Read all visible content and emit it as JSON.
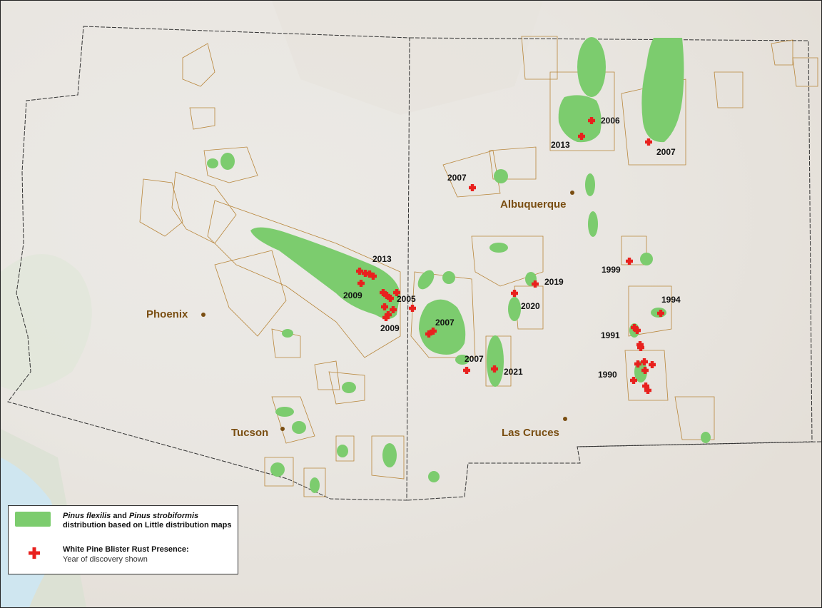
{
  "map": {
    "colors": {
      "distribution_fill": "#7ccc6e",
      "rust_marker": "#e8211e",
      "state_boundary": "#333333",
      "forest_boundary": "#b8863b",
      "city_dot": "#7a4e12"
    },
    "cities": [
      {
        "id": "phoenix",
        "name": "Phoenix"
      },
      {
        "id": "tucson",
        "name": "Tucson"
      },
      {
        "id": "albuquerque",
        "name": "Albuquerque"
      },
      {
        "id": "las-cruces",
        "name": "Las Cruces"
      }
    ],
    "years": [
      "2007",
      "2006",
      "2013",
      "2007",
      "2013",
      "2009",
      "2005",
      "2009",
      "2007",
      "2007",
      "2021",
      "2019",
      "2020",
      "1999",
      "1994",
      "1991",
      "1990"
    ]
  },
  "legend": {
    "distribution_species_1": "Pinus flexilis",
    "distribution_and": "and",
    "distribution_species_2": "Pinus strobiformis",
    "distribution_line2": "distribution based on Little distribution maps",
    "rust_title": "White Pine Blister Rust Presence:",
    "rust_sub": "Year of discovery shown",
    "icons": [
      "green-swatch",
      "red-cross-icon"
    ]
  }
}
